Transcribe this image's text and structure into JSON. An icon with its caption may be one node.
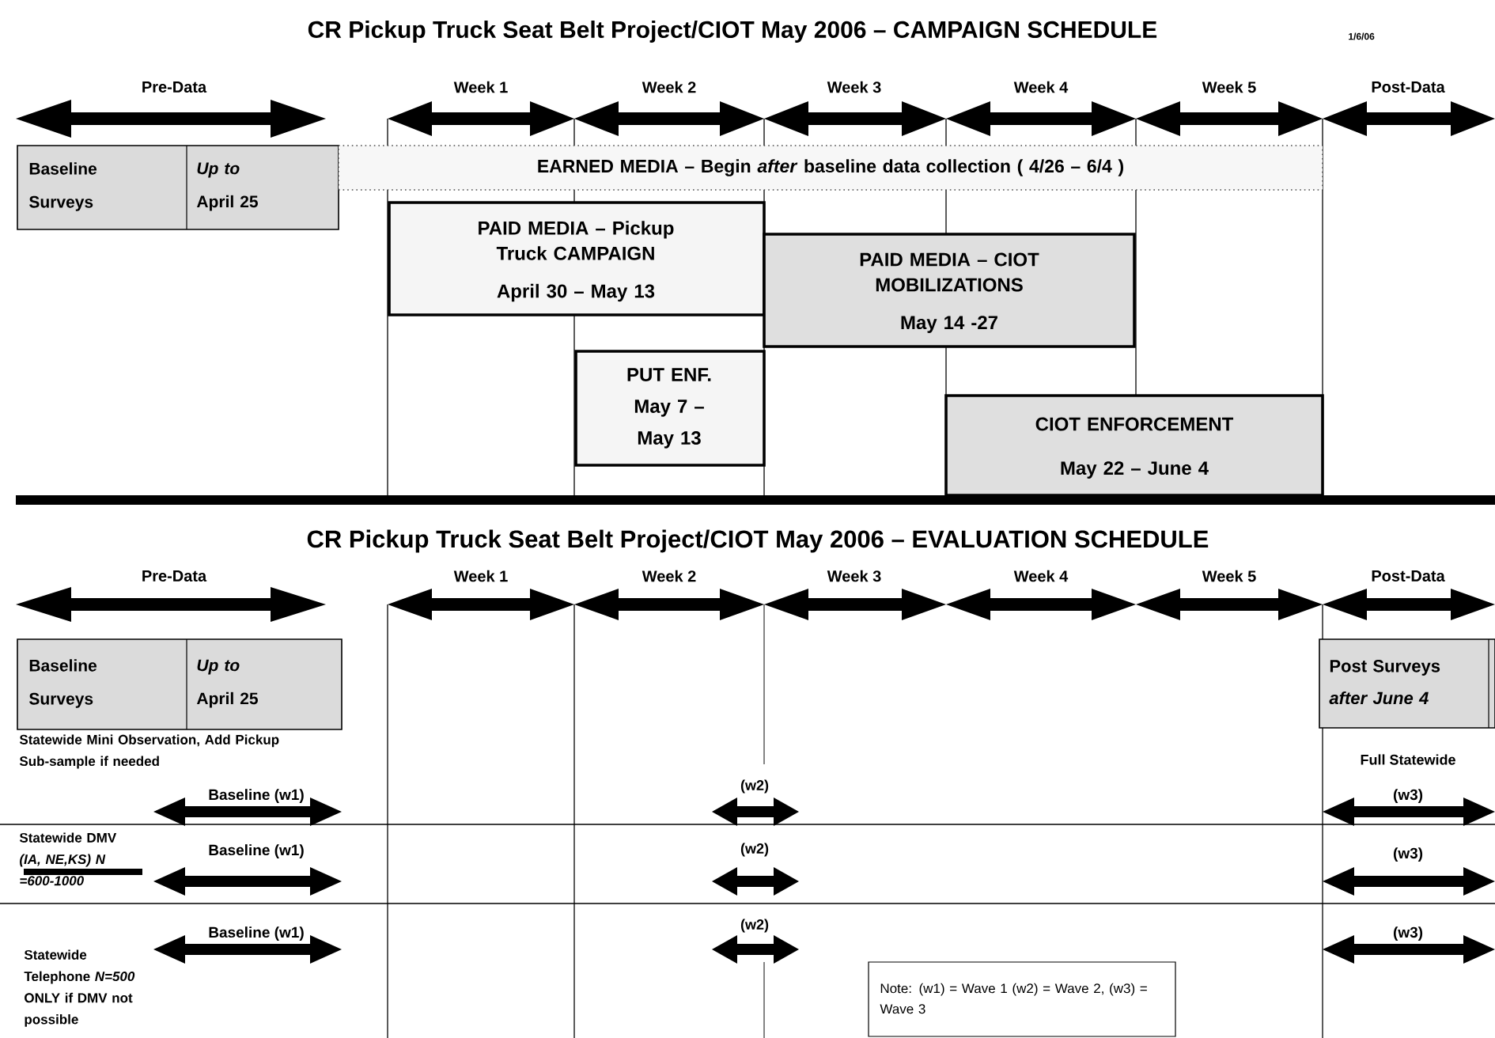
{
  "diagram": {
    "nodes": [
      {
        "text": [
          "Baseline Surveys",
          "*Up to* April 25"
        ]
      },
      {
        "text": [
          "EARNED MEDIA – Begin *after* baseline data collection ( 4/26 – 6/4 )"
        ]
      },
      {
        "text": [
          "PAID MEDIA – Pickup Truck CAMPAIGN",
          "April 30 – May 13"
        ]
      },
      {
        "text": [
          "PAID MEDIA – CIOT MOBILIZATIONS",
          "May 14 -27"
        ]
      },
      {
        "text": [
          "PUT ENF. May 7 – May 13"
        ]
      },
      {
        "text": [
          "CIOT ENFORCEMENT",
          "May 22 – June 4"
        ]
      },
      {
        "text": [
          "Baseline Surveys",
          "*Up to* April 25"
        ]
      },
      {
        "text": [
          "Post Surveys",
          "after June 4"
        ]
      },
      {
        "text": [
          "Note: (w1) = Wave 1 (w2) = Wave 2, (w3) = Wave 3"
        ]
      }
    ],
    "labels": [
      "CR Pickup Truck Seat Belt Project/CIOT May 2006 – CAMPAIGN SCHEDULE",
      "1/6/06",
      "Pre-Data",
      "Week 1",
      "Week 2",
      "Week 3",
      "Week 4",
      "Week 5",
      "Post-Data",
      "CR Pickup Truck Seat Belt Project/CIOT May 2006 – EVALUATION SCHEDULE",
      "Pre-Data",
      "Week 1",
      "Week 2",
      "Week 3",
      "Week 4",
      "Week 5",
      "Post-Data",
      "Statewide Mini Observation, Add Pickup Sub-sample if needed",
      "Full Statewide",
      "Baseline (w1)",
      "(w2)",
      "(w3)",
      "Statewide DMV *(IA, NE,KS)* *N =600-1000*",
      "Baseline (w1)",
      "(w2)",
      "(w3)",
      "Baseline (w1)",
      "(w2)",
      "(w3)",
      "Statewide Telephone *N=500* ONLY if DMV not possible"
    ]
  }
}
